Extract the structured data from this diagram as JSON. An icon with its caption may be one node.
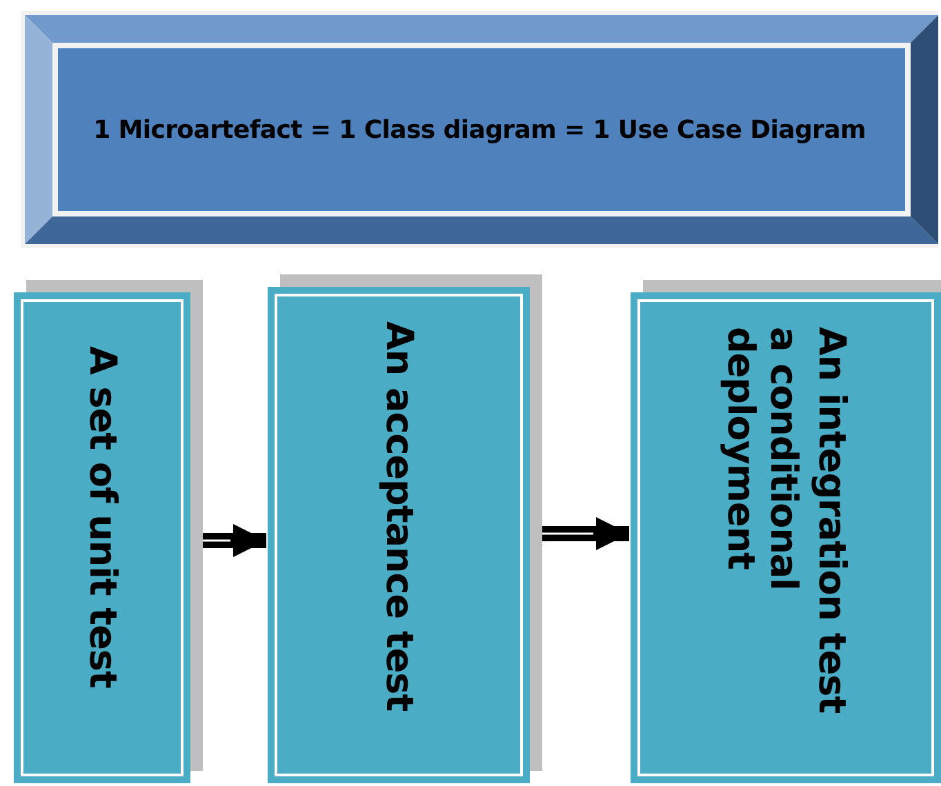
{
  "diagram": {
    "nodes": [
      {
        "text": [
          "1 Microartefact = 1 Class diagram = 1 Use Case Diagram"
        ]
      },
      {
        "text": [
          "A set of unit test"
        ]
      },
      {
        "text": [
          "An acceptance test"
        ]
      },
      {
        "text": [
          "An integration test",
          "a conditional deployment"
        ]
      }
    ],
    "edges": [
      {
        "from": 1,
        "to": 2,
        "arrow": "to"
      },
      {
        "from": 2,
        "to": 3,
        "arrow": "to"
      }
    ]
  }
}
